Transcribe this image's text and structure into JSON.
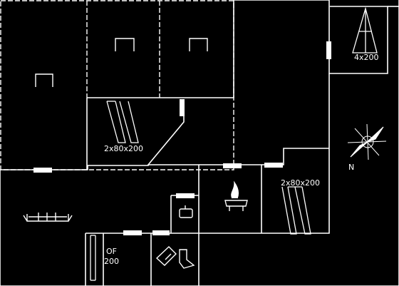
{
  "colors": {
    "background": "#000000",
    "line": "#ffffff",
    "window": "#ffffff"
  },
  "labels": {
    "bed_top_right": "4x200",
    "bed_middle_left": "2x80x200",
    "bed_middle_right": "2x80x200",
    "bunk_label": "OF",
    "bunk_size": "200",
    "compass_n": "N"
  }
}
